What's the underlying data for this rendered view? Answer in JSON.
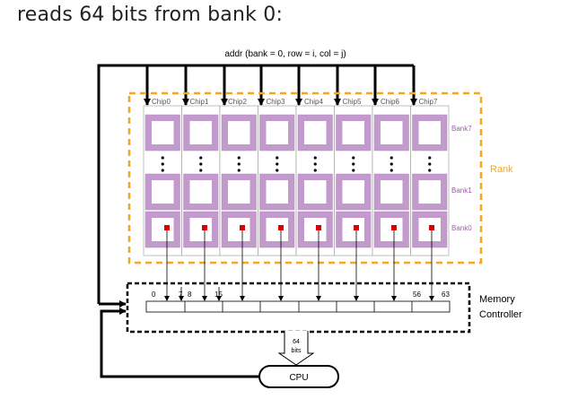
{
  "heading": "reads 64 bits from bank 0:",
  "addr_label": "addr (bank = 0, row = i, col = j)",
  "chips": [
    "Chip0",
    "Chip1",
    "Chip2",
    "Chip3",
    "Chip4",
    "Chip5",
    "Chip6",
    "Chip7"
  ],
  "banks": {
    "top": "Bank7",
    "middle": "Bank1",
    "bottom": "Bank0"
  },
  "rank_label": "Rank",
  "bit_labels": [
    "0",
    "7",
    "8",
    "15",
    "56",
    "63"
  ],
  "memory_controller": [
    "Memory",
    "Controller"
  ],
  "bus_label": [
    "64",
    "bits"
  ],
  "cpu_label": "CPU",
  "colors": {
    "bank_fill": "#c29acb",
    "rank_border": "#f5a623",
    "rank_text": "#f5a623",
    "bank_text": "#9b5fa6",
    "bit_marker": "#dd0000"
  }
}
